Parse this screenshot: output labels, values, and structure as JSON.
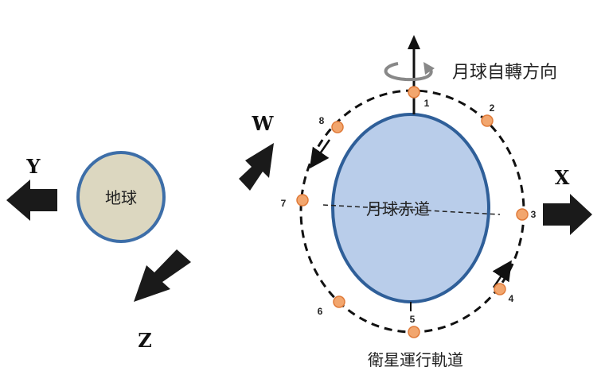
{
  "colors": {
    "earth_fill": "#dcd7c0",
    "earth_stroke": "#3d6ea8",
    "moon_fill": "#b9cdea",
    "moon_stroke": "#2f5f99",
    "orbit_stroke": "#111111",
    "satellite_fill": "#f2a66e",
    "arrow_fill": "#1a1a1a",
    "rotation_arrow": "#888888"
  },
  "earth": {
    "label": "地球"
  },
  "moon": {
    "equator_label": "月球赤道",
    "rotation_label": "月球自轉方向"
  },
  "orbit": {
    "label": "衛星運行軌道"
  },
  "axes": {
    "x": "X",
    "y": "Y",
    "z": "Z",
    "w": "W"
  },
  "satellite_points": [
    "1",
    "2",
    "3",
    "4",
    "5",
    "6",
    "7",
    "8"
  ]
}
